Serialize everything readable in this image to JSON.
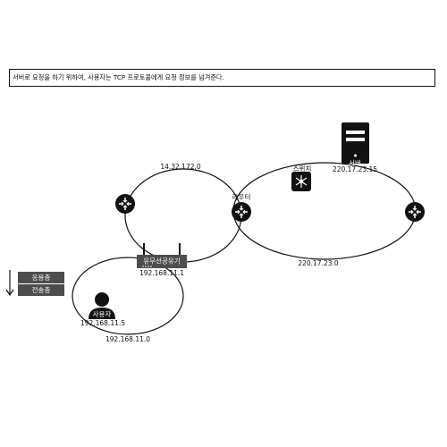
{
  "banner": {
    "text": "서버로 요청을 하기 위하여, 사용자는 TCP 프로토콜에게 요청 정보를 넘겨준다."
  },
  "layers": {
    "application": "응용층",
    "transport": "전송층"
  },
  "networks": {
    "top_left": "14.32.172.0",
    "right": "220.17.23.0",
    "bottom_left": "192.168.11.0"
  },
  "devices": {
    "switch": {
      "label": "스위치",
      "icon": "switch-icon"
    },
    "server": {
      "label": "서버",
      "ip": "220.17.23.15",
      "icon": "server-icon"
    },
    "router": {
      "label": "라우터",
      "icon": "router-icon"
    },
    "wireless_router": {
      "label": "유무선공유기",
      "ip": "192.168.11.1",
      "icon": "wireless-router-icon"
    },
    "user": {
      "label": "사용자",
      "ip": "192.168.11.5",
      "icon": "user-icon"
    }
  },
  "colors": {
    "line": "#111111",
    "layer_box": "#4d4d4d",
    "device": "#111111"
  }
}
